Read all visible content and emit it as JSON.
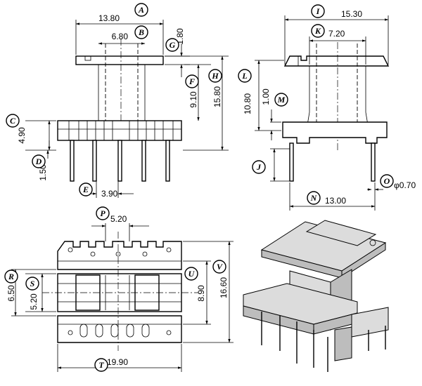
{
  "views": {
    "front": {
      "dims": {
        "A": "13.80",
        "B": "6.80",
        "G": "1.80",
        "F": "9.10",
        "H": "15.80",
        "C": "4.90",
        "D": "1.50",
        "E": "3.90"
      }
    },
    "side": {
      "dims": {
        "I": "15.30",
        "K": "7.20",
        "L": "10.80",
        "M": "1.00",
        "J": "",
        "O": "φ0.70",
        "N": "13.00"
      }
    },
    "bottom": {
      "dims": {
        "P": "5.20",
        "R": "6.50",
        "S": "5.20",
        "U": "8.90",
        "V": "16.60",
        "T": "19.90"
      }
    }
  },
  "labels": [
    "A",
    "B",
    "C",
    "D",
    "E",
    "F",
    "G",
    "H",
    "I",
    "J",
    "K",
    "L",
    "M",
    "N",
    "O",
    "P",
    "R",
    "S",
    "T",
    "U",
    "V"
  ]
}
